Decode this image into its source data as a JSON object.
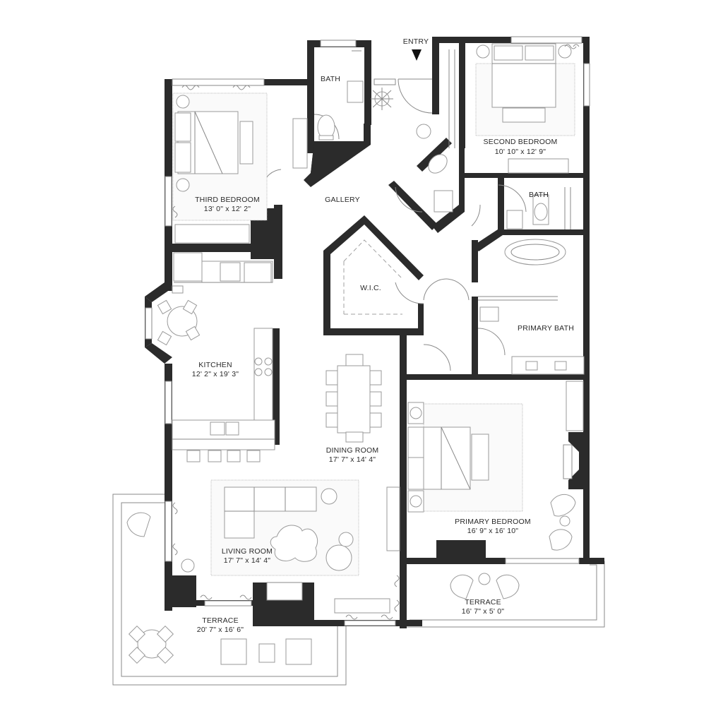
{
  "entry": {
    "label": "ENTRY"
  },
  "rooms": {
    "bath_small": {
      "name": "BATH"
    },
    "second_bedroom": {
      "name": "SECOND BEDROOM",
      "size": "10' 10\" x 12' 9\""
    },
    "third_bedroom": {
      "name": "THIRD BEDROOM",
      "size": "13' 0\" x 12' 2\""
    },
    "gallery": {
      "name": "GALLERY"
    },
    "bath_second": {
      "name": "BATH"
    },
    "wic": {
      "name": "W.I.C."
    },
    "primary_bath": {
      "name": "PRIMARY BATH"
    },
    "kitchen": {
      "name": "KITCHEN",
      "size": "12' 2\" x 19' 3\""
    },
    "dining_room": {
      "name": "DINING ROOM",
      "size": "17' 7\" x 14' 4\""
    },
    "primary_bedroom": {
      "name": "PRIMARY BEDROOM",
      "size": "16' 9\" x 16' 10\""
    },
    "living_room": {
      "name": "LIVING ROOM",
      "size": "17' 7\" x 14' 4\""
    },
    "terrace_east": {
      "name": "TERRACE",
      "size": "16' 7\" x 5' 0\""
    },
    "terrace_west": {
      "name": "TERRACE",
      "size": "20' 7\" x 16' 6\""
    }
  },
  "colors": {
    "wall": "#2b2b2b",
    "line": "#8a8a8a",
    "background": "#ffffff"
  }
}
